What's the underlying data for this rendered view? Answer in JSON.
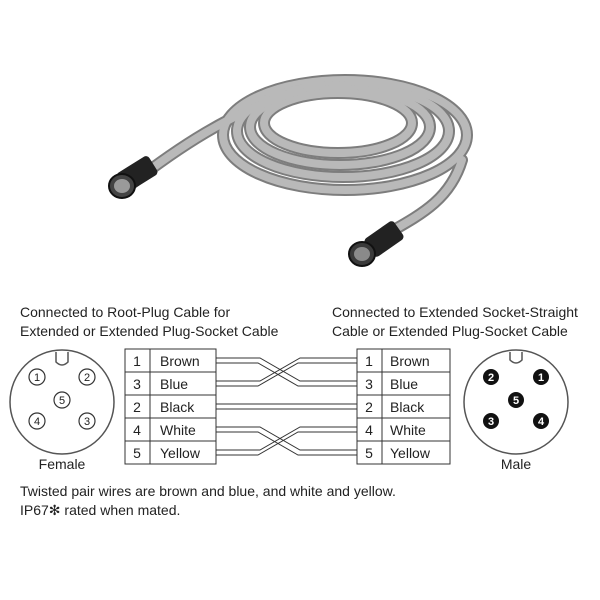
{
  "left": {
    "caption_line1": "Connected to Root-Plug Cable for",
    "caption_line2": "Extended or Extended Plug-Socket Cable",
    "connector_label": "Female",
    "pins": [
      "1",
      "2",
      "3",
      "4",
      "5"
    ]
  },
  "right": {
    "caption_line1": "Connected to Extended Socket-Straight",
    "caption_line2": "Cable or Extended Plug-Socket Cable",
    "connector_label": "Male",
    "pins": [
      "1",
      "2",
      "3",
      "4",
      "5"
    ]
  },
  "left_table": [
    {
      "pin": "1",
      "color": "Brown"
    },
    {
      "pin": "3",
      "color": "Blue"
    },
    {
      "pin": "2",
      "color": "Black"
    },
    {
      "pin": "4",
      "color": "White"
    },
    {
      "pin": "5",
      "color": "Yellow"
    }
  ],
  "right_table": [
    {
      "pin": "1",
      "color": "Brown"
    },
    {
      "pin": "3",
      "color": "Blue"
    },
    {
      "pin": "2",
      "color": "Black"
    },
    {
      "pin": "4",
      "color": "White"
    },
    {
      "pin": "5",
      "color": "Yellow"
    }
  ],
  "notes": {
    "line1": "Twisted pair wires are brown and blue, and white and yellow.",
    "line2": "IP67✻ rated when mated."
  }
}
